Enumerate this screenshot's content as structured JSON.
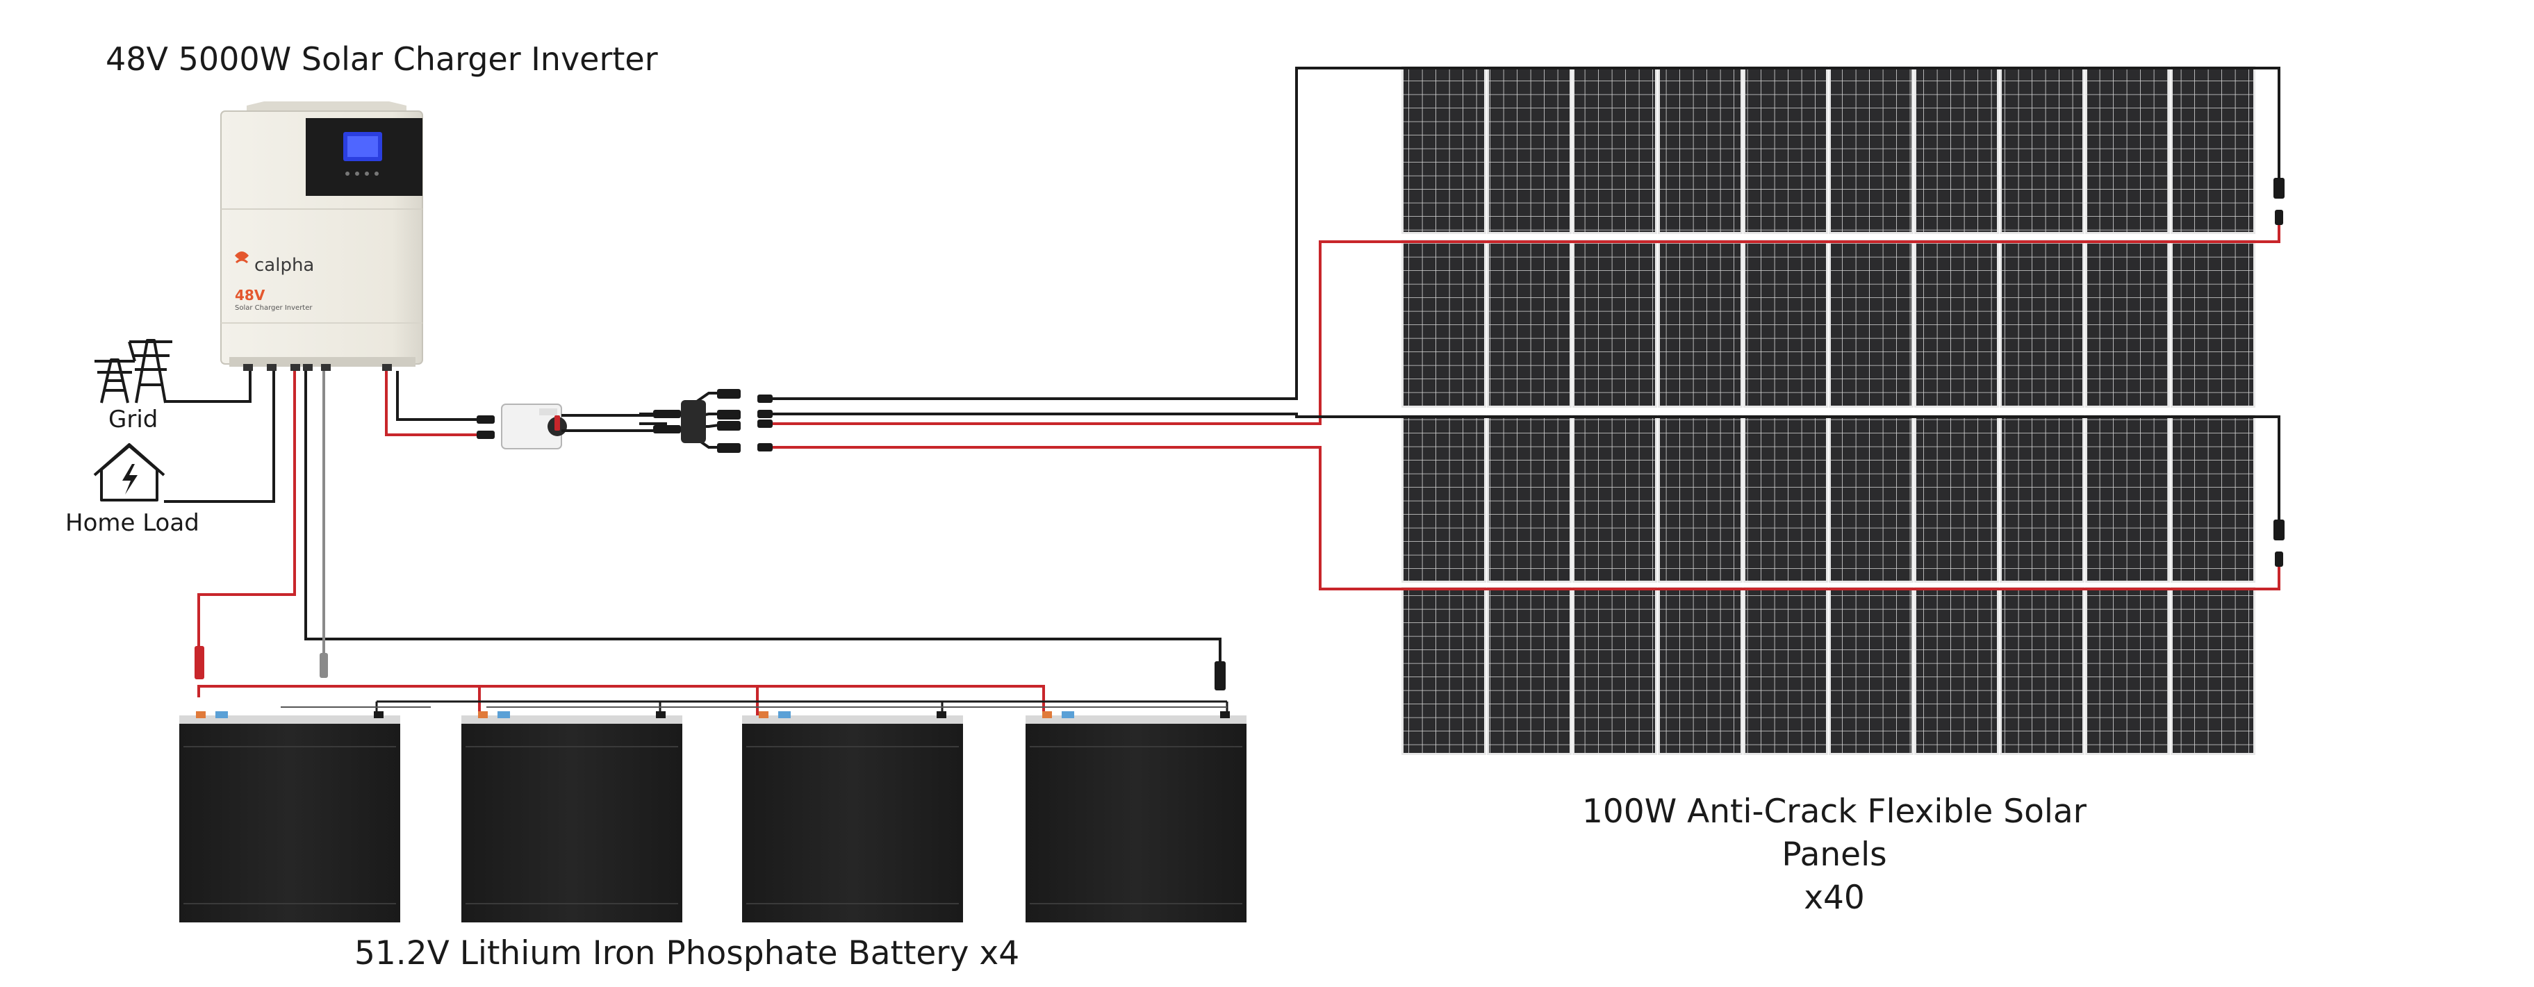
{
  "labels": {
    "inverter_title": "48V 5000W Solar Charger Inverter",
    "grid": "Grid",
    "home_load": "Home Load",
    "battery_title": "51.2V Lithium Iron Phosphate Battery   x4",
    "panels_title": "100W Anti-Crack Flexible Solar Panels",
    "panels_count": "x40"
  },
  "inverter": {
    "brand": "calpha",
    "model": "48V",
    "subtitle": "Solar Charger Inverter"
  },
  "colors": {
    "positive_wire": "#c8262b",
    "negative_wire": "#1a1a1a",
    "panel_cell": "#2b2b2d",
    "battery_body": "#1e1e1e",
    "inverter_body": "#ece9df",
    "brand_accent": "#e4572e"
  }
}
